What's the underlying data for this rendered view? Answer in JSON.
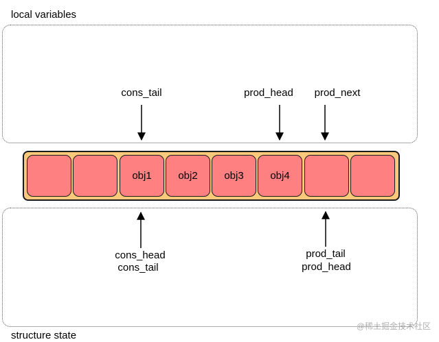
{
  "sections": {
    "local_label": "local variables",
    "structure_label": "structure state"
  },
  "slots": [
    "",
    "",
    "obj1",
    "obj2",
    "obj3",
    "obj4",
    "",
    ""
  ],
  "pointers": {
    "top_cons_tail": "cons_tail",
    "top_prod_head": "prod_head",
    "top_prod_next": "prod_next",
    "bottom_cons_head": "cons_head",
    "bottom_cons_tail": "cons_tail",
    "bottom_prod_tail": "prod_tail",
    "bottom_prod_head": "prod_head"
  },
  "watermark": "@稀土掘金技术社区",
  "colors": {
    "ring_fill": "#fcc97a",
    "slot_fill": "#ff8080",
    "outline": "#1a1a1a"
  }
}
